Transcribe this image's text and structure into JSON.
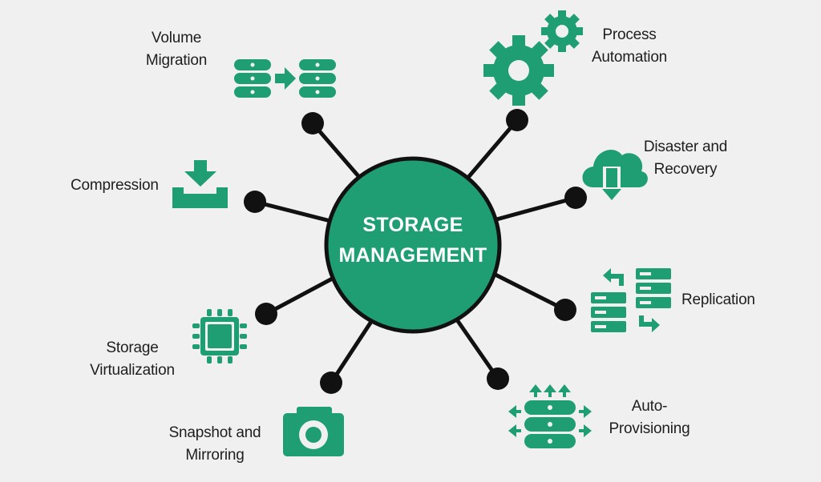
{
  "center": {
    "line1": "STORAGE",
    "line2": "MANAGEMENT"
  },
  "nodes": {
    "volume_migration": {
      "line1": "Volume",
      "line2": "Migration"
    },
    "process_automation": {
      "line1": "Process",
      "line2": "Automation"
    },
    "compression": {
      "line1": "Compression"
    },
    "disaster_recovery": {
      "line1": "Disaster and",
      "line2": "Recovery"
    },
    "replication": {
      "line1": "Replication"
    },
    "storage_virtualization": {
      "line1": "Storage",
      "line2": "Virtualization"
    },
    "snapshot_mirroring": {
      "line1": "Snapshot and",
      "line2": "Mirroring"
    },
    "auto_provisioning": {
      "line1": "Auto-",
      "line2": "Provisioning"
    }
  },
  "colors": {
    "accent": "#1e9e72",
    "dark": "#111111",
    "background": "#f0f0f0"
  },
  "icons": {
    "volume_migration": "database-transfer-icon",
    "process_automation": "gears-icon",
    "compression": "download-tray-icon",
    "disaster_recovery": "cloud-download-icon",
    "replication": "server-replication-icon",
    "storage_virtualization": "chip-icon",
    "snapshot_mirroring": "camera-icon",
    "auto_provisioning": "database-expand-icon"
  }
}
